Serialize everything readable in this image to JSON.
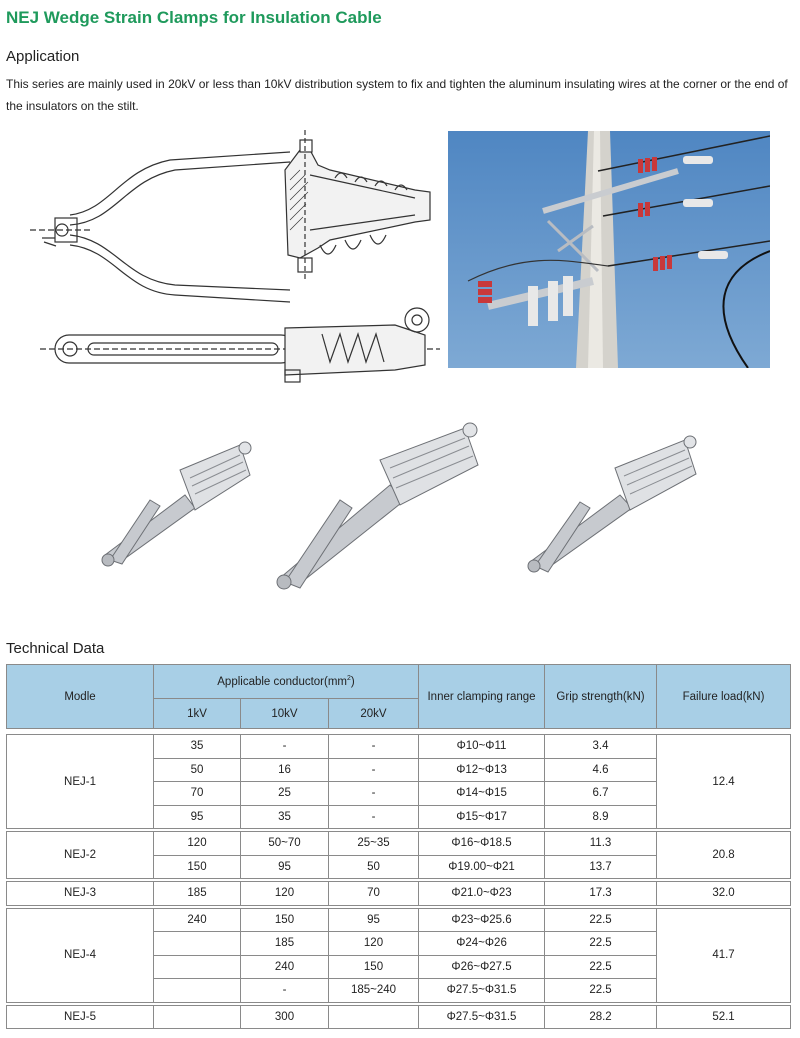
{
  "page": {
    "title": "NEJ Wedge Strain Clamps for Insulation Cable",
    "application_heading": "Application",
    "application_text": "This series are mainly used in 20kV or less than 10kV distribution system to fix and tighten the aluminum insulating wires at the corner or the end of the insulators on the stilt.",
    "technical_heading": "Technical Data"
  },
  "table": {
    "headers": {
      "model": "Modle",
      "conductor": "Applicable conductor(mm",
      "conductor_sup": "2",
      "conductor_close": ")",
      "kv1": "1kV",
      "kv10": "10kV",
      "kv20": "20kV",
      "inner": "Inner clamping range",
      "grip": "Grip strength(kN)",
      "failure": "Failure load(kN)"
    },
    "groups": [
      {
        "model": "NEJ-1",
        "failure": "12.4",
        "rows": [
          {
            "kv1": "35",
            "kv10": "-",
            "kv20": "-",
            "inner": "Φ10~Φ11",
            "grip": "3.4"
          },
          {
            "kv1": "50",
            "kv10": "16",
            "kv20": "-",
            "inner": "Φ12~Φ13",
            "grip": "4.6"
          },
          {
            "kv1": "70",
            "kv10": "25",
            "kv20": "-",
            "inner": "Φ14~Φ15",
            "grip": "6.7"
          },
          {
            "kv1": "95",
            "kv10": "35",
            "kv20": "-",
            "inner": "Φ15~Φ17",
            "grip": "8.9"
          }
        ]
      },
      {
        "model": "NEJ-2",
        "failure": "20.8",
        "rows": [
          {
            "kv1": "120",
            "kv10": "50~70",
            "kv20": "25~35",
            "inner": "Φ16~Φ18.5",
            "grip": "11.3"
          },
          {
            "kv1": "150",
            "kv10": "95",
            "kv20": "50",
            "inner": "Φ19.00~Φ21",
            "grip": "13.7"
          }
        ]
      },
      {
        "model": "NEJ-3",
        "failure": "32.0",
        "rows": [
          {
            "kv1": "185",
            "kv10": "120",
            "kv20": "70",
            "inner": "Φ21.0~Φ23",
            "grip": "17.3"
          }
        ]
      },
      {
        "model": "NEJ-4",
        "failure": "41.7",
        "rows": [
          {
            "kv1": "240",
            "kv10": "150",
            "kv20": "95",
            "inner": "Φ23~Φ25.6",
            "grip": "22.5"
          },
          {
            "kv1": "",
            "kv10": "185",
            "kv20": "120",
            "inner": "Φ24~Φ26",
            "grip": "22.5"
          },
          {
            "kv1": "",
            "kv10": "240",
            "kv20": "150",
            "inner": "Φ26~Φ27.5",
            "grip": "22.5"
          },
          {
            "kv1": "",
            "kv10": "-",
            "kv20": "185~240",
            "inner": "Φ27.5~Φ31.5",
            "grip": "22.5"
          }
        ]
      },
      {
        "model": "NEJ-5",
        "failure": "52.1",
        "rows": [
          {
            "kv1": "",
            "kv10": "300",
            "kv20": "",
            "inner": "Φ27.5~Φ31.5",
            "grip": "28.2"
          }
        ]
      }
    ]
  },
  "colors": {
    "title_green": "#1f9a5c",
    "header_blue": "#a8cfe6",
    "sky_blue": "#5d8fc4"
  }
}
